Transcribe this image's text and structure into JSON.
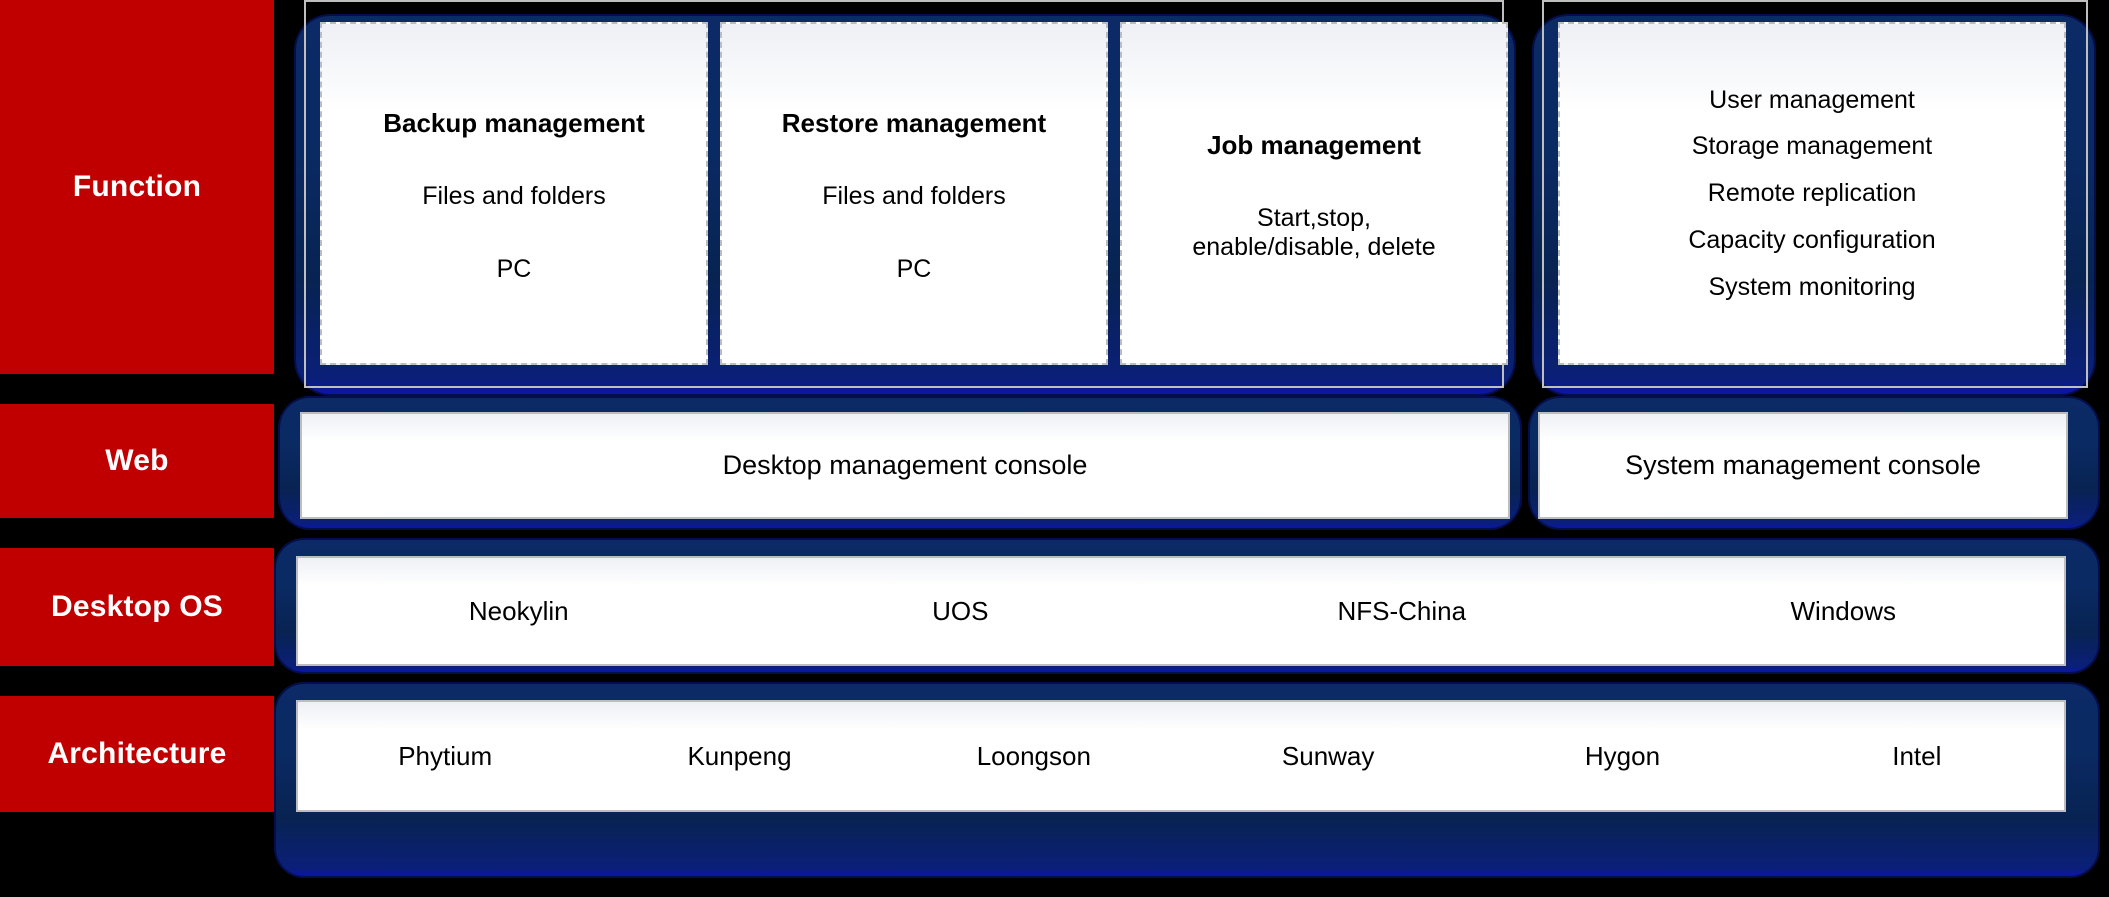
{
  "colors": {
    "label_red": "#C00000",
    "plate_blue": "#0B2A66",
    "card_white": "#FFFFFF",
    "frame_gray": "#BFBFBF",
    "background": "#000000"
  },
  "rows": {
    "function": {
      "label": "Function"
    },
    "web": {
      "label": "Web"
    },
    "desktop_os": {
      "label": "Desktop OS"
    },
    "architecture": {
      "label": "Architecture"
    }
  },
  "function_row": {
    "cards": [
      {
        "title": "Backup management",
        "line1": "Files and folders",
        "line2": "PC"
      },
      {
        "title": "Restore management",
        "line1": "Files and folders",
        "line2": "PC"
      },
      {
        "title": "Job management",
        "line1": "Start,stop,",
        "line2": "enable/disable, delete"
      }
    ],
    "admin_card": {
      "items": [
        "User management",
        "Storage management",
        "Remote replication",
        "Capacity configuration",
        "System monitoring"
      ]
    }
  },
  "web_row": {
    "consoles": [
      "Desktop management console",
      "System management console"
    ]
  },
  "desktop_os_row": {
    "items": [
      "Neokylin",
      "UOS",
      "NFS-China",
      "Windows"
    ]
  },
  "architecture_row": {
    "items": [
      "Phytium",
      "Kunpeng",
      "Loongson",
      "Sunway",
      "Hygon",
      "Intel"
    ]
  }
}
